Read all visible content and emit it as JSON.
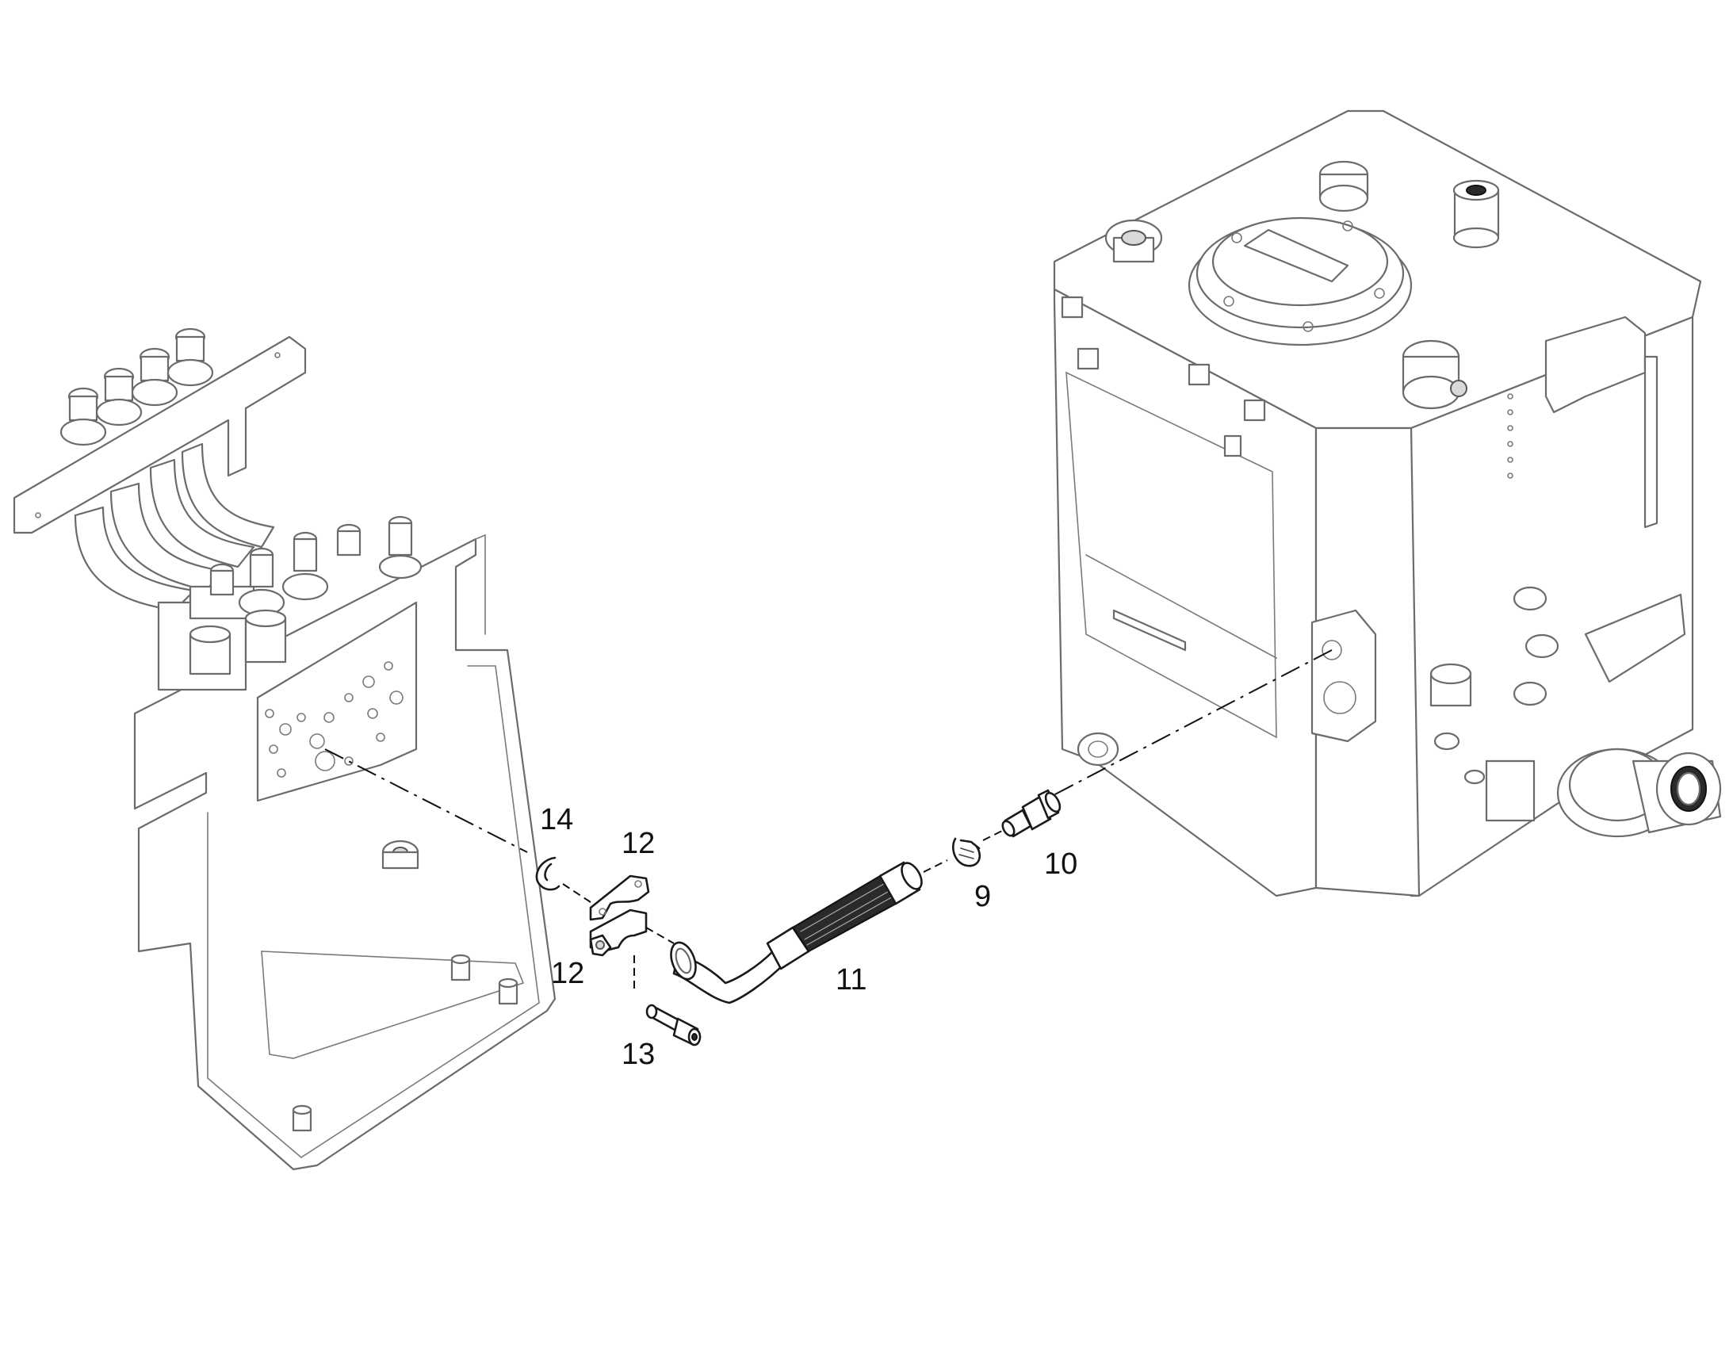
{
  "callouts": {
    "c9": "9",
    "c10": "10",
    "c11": "11",
    "c12_upper": "12",
    "c12_lower": "12",
    "c13": "13",
    "c14": "14"
  },
  "colors": {
    "outline": "#6b6b6b",
    "part": "#1a1a1a",
    "background": "#ffffff"
  }
}
